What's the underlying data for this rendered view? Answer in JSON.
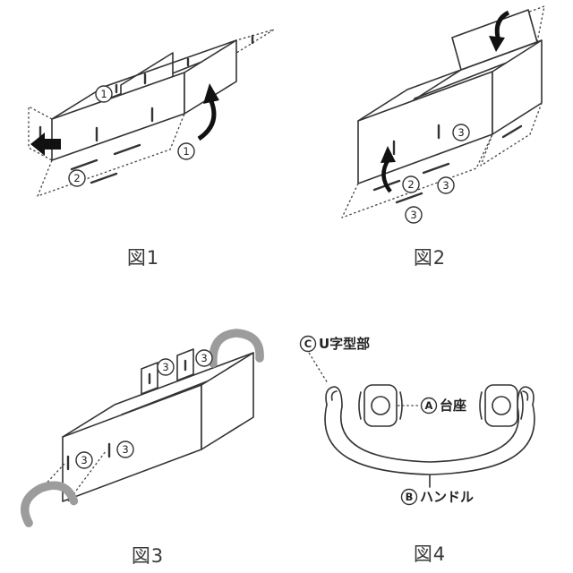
{
  "colors": {
    "background": "#ffffff",
    "line": "#333333",
    "handle_gray": "#9c9c9c",
    "arrow_black": "#111111"
  },
  "figures": {
    "fig1": {
      "caption": "図1",
      "badges": {
        "inside_wall": "1",
        "end_fold": "1",
        "bottom_flap": "2"
      }
    },
    "fig2": {
      "caption": "図2",
      "badges": {
        "bottom_flap": "2",
        "wall_slot": "3",
        "flap_slot_upper": "3",
        "flap_slot_lower": "3"
      }
    },
    "fig3": {
      "caption": "図3",
      "badges": {
        "tab_left": "3",
        "tab_right": "3",
        "front_slot_left": "3",
        "front_slot_right": "3"
      }
    },
    "fig4": {
      "caption": "図4",
      "parts": {
        "u_shape": {
          "badge": "C",
          "label": "U字型部"
        },
        "base": {
          "badge": "A",
          "label": "台座"
        },
        "handle": {
          "badge": "B",
          "label": "ハンドル"
        }
      }
    }
  }
}
